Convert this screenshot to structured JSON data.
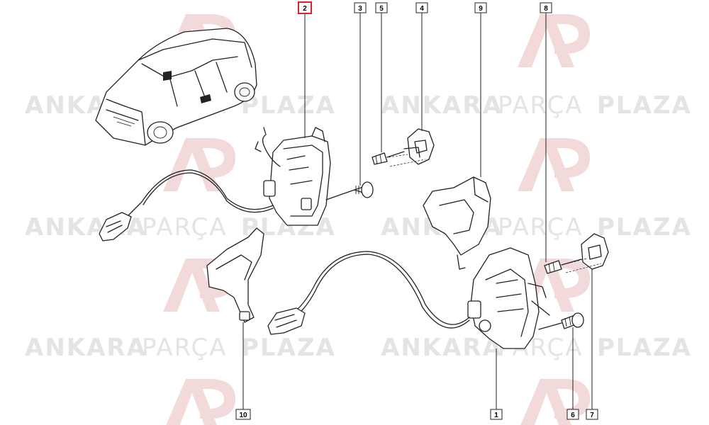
{
  "watermark": {
    "brand_a": "ANKARA",
    "brand_b": "PARÇA",
    "brand_c": "PLAZA",
    "logo_color": "#f3dada",
    "text_color": "#e4e4e4",
    "logo_name": "ap-logo-icon"
  },
  "callouts": [
    {
      "id": "callout-1",
      "label": "1",
      "highlight": false
    },
    {
      "id": "callout-2",
      "label": "2",
      "highlight": true
    },
    {
      "id": "callout-3",
      "label": "3",
      "highlight": false
    },
    {
      "id": "callout-4",
      "label": "4",
      "highlight": false
    },
    {
      "id": "callout-5",
      "label": "5",
      "highlight": false
    },
    {
      "id": "callout-6",
      "label": "6",
      "highlight": false
    },
    {
      "id": "callout-7",
      "label": "7",
      "highlight": false
    },
    {
      "id": "callout-8",
      "label": "8",
      "highlight": false
    },
    {
      "id": "callout-9",
      "label": "9",
      "highlight": false
    },
    {
      "id": "callout-10",
      "label": "10",
      "highlight": false
    }
  ],
  "colors": {
    "highlight_box": "#e0202a",
    "line": "#222222"
  }
}
